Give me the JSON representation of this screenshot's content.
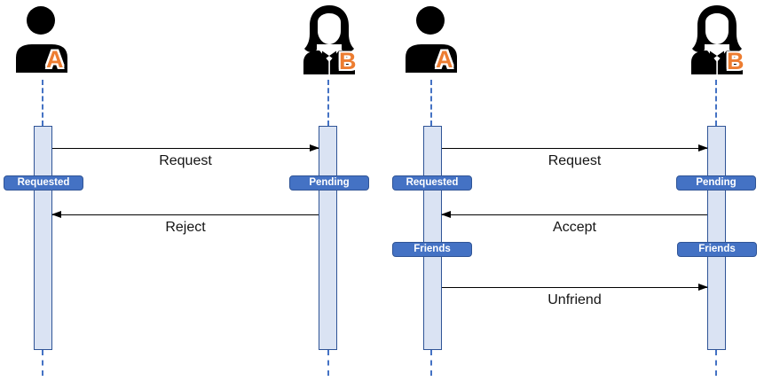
{
  "diagrams": [
    {
      "id": "friend-request-reject-flow",
      "actor_a": {
        "label": "A",
        "icon": "person-icon"
      },
      "actor_b": {
        "label": "B",
        "icon": "woman-icon"
      },
      "messages": [
        {
          "from": "A",
          "to": "B",
          "label": "Request"
        },
        {
          "from": "B",
          "to": "A",
          "label": "Reject"
        }
      ],
      "state_badges": [
        {
          "actor": "A",
          "label": "Requested"
        },
        {
          "actor": "B",
          "label": "Pending"
        }
      ]
    },
    {
      "id": "friend-request-accept-flow",
      "actor_a": {
        "label": "A",
        "icon": "person-icon"
      },
      "actor_b": {
        "label": "B",
        "icon": "woman-icon"
      },
      "messages": [
        {
          "from": "A",
          "to": "B",
          "label": "Request"
        },
        {
          "from": "B",
          "to": "A",
          "label": "Accept"
        },
        {
          "from": "A",
          "to": "B",
          "label": "Unfriend"
        }
      ],
      "state_badges": [
        {
          "actor": "A",
          "label": "Requested"
        },
        {
          "actor": "B",
          "label": "Pending"
        },
        {
          "actor": "A",
          "label": "Friends"
        },
        {
          "actor": "B",
          "label": "Friends"
        }
      ]
    }
  ],
  "colors": {
    "badge_fill": "#4472C4",
    "badge_border": "#2F5496",
    "activation_fill": "#DAE3F3",
    "activation_border": "#2F5496",
    "lifeline": "#4472C4",
    "actor_letter": "#ED7D31",
    "arrow": "#000000"
  }
}
